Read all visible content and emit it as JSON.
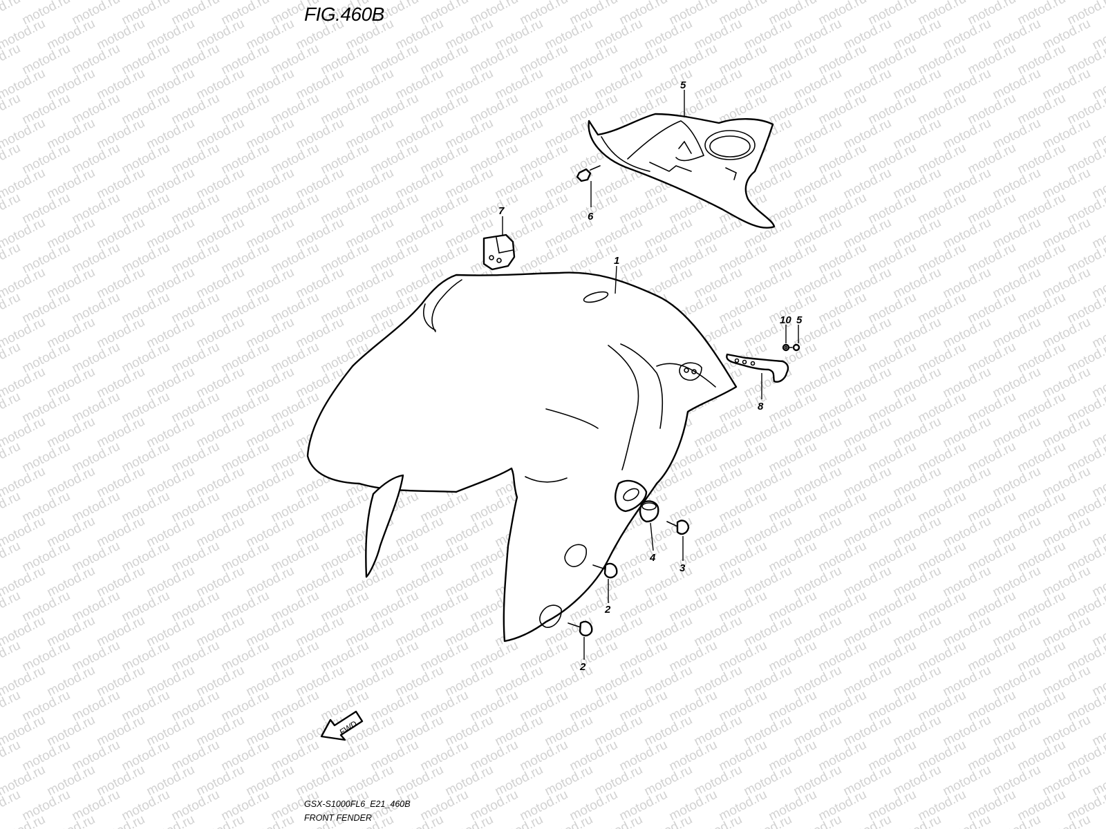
{
  "figure": {
    "title": "FIG.460B",
    "model_code": "GSX-S1000FL6_E21_460B",
    "caption": "FRONT FENDER",
    "direction_label": "FWD",
    "watermark_text": "motod.ru"
  },
  "callouts": [
    {
      "id": "1",
      "label": "1",
      "part": "front-fender"
    },
    {
      "id": "2a",
      "label": "2",
      "part": "screw"
    },
    {
      "id": "2b",
      "label": "2",
      "part": "screw"
    },
    {
      "id": "3",
      "label": "3",
      "part": "screw"
    },
    {
      "id": "4",
      "label": "4",
      "part": "cushion"
    },
    {
      "id": "5a",
      "label": "5",
      "part": "inner-fender"
    },
    {
      "id": "5b",
      "label": "5",
      "part": "screw"
    },
    {
      "id": "6",
      "label": "6",
      "part": "bolt"
    },
    {
      "id": "7",
      "label": "7",
      "part": "clamp"
    },
    {
      "id": "8",
      "label": "8",
      "part": "brake-hose-clamp"
    },
    {
      "id": "10",
      "label": "10",
      "part": "washer"
    }
  ],
  "colors": {
    "line": "#000000",
    "background": "#ffffff",
    "watermark": "#d2d2d2"
  }
}
